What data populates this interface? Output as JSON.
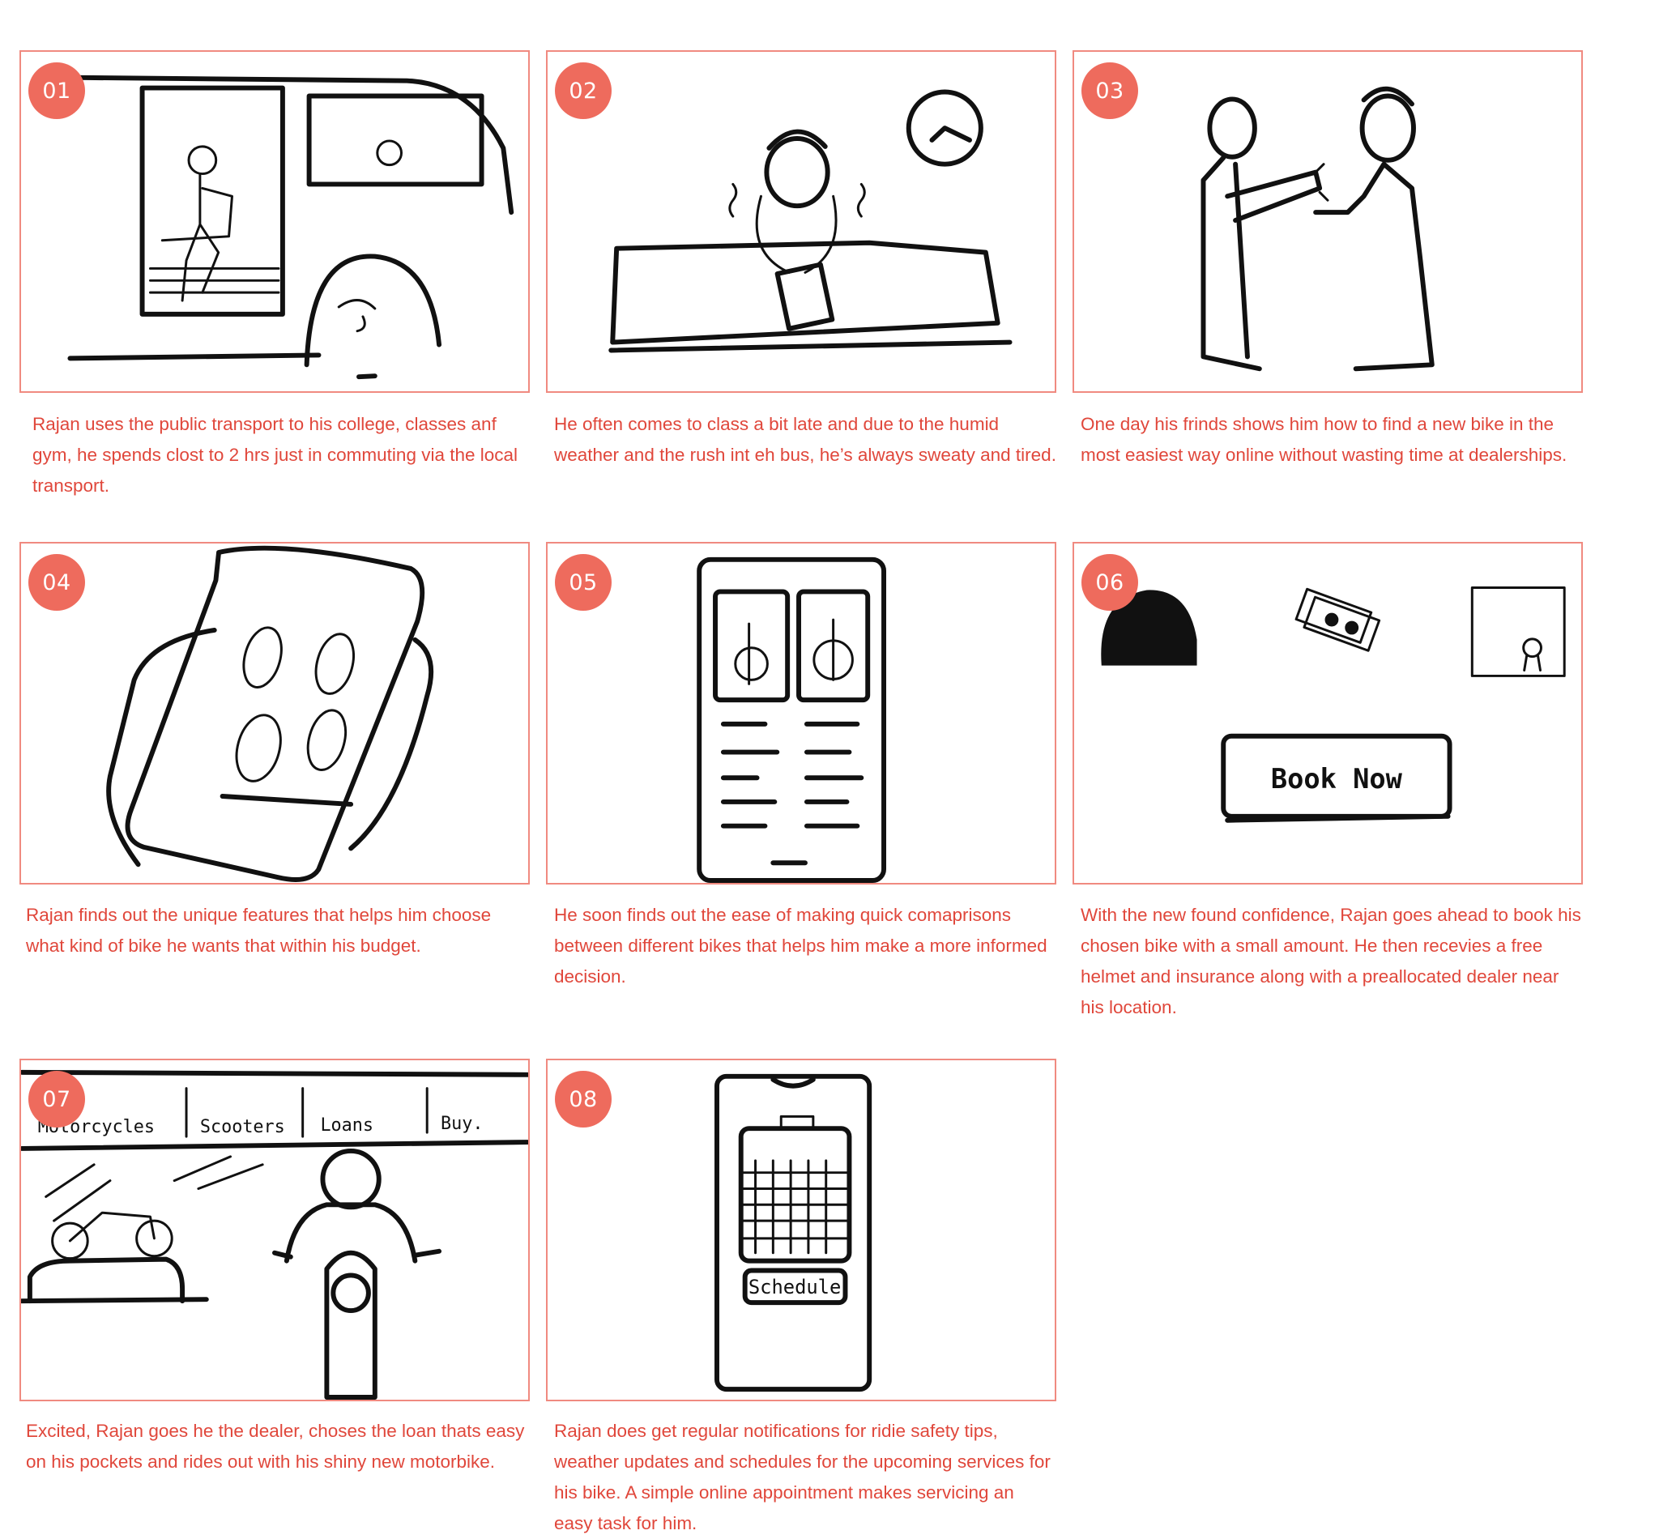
{
  "panels": [
    {
      "number": "01",
      "caption": "Rajan uses the public transport to his college, classes anf gym, he spends clost to 2 hrs just in commuting via the local transport."
    },
    {
      "number": "02",
      "caption": "He often comes to class a bit late and due to the humid weather and the rush int eh bus, he’s always sweaty and tired."
    },
    {
      "number": "03",
      "caption": "One day his frinds shows him how to find a new bike in the most easiest way online without wasting time at dealerships."
    },
    {
      "number": "04",
      "caption": "Rajan finds out the unique features that helps him choose what kind of bike he wants that within his budget."
    },
    {
      "number": "05",
      "caption": "He soon finds out the ease of making quick comaprisons between different bikes that helps him make a more informed decision."
    },
    {
      "number": "06",
      "caption": "With the new found confidence, Rajan goes ahead to book his chosen bike with a small amount. He then recevies a free helmet and insurance along with a preallocated dealer near his location.",
      "button_label": "Book Now"
    },
    {
      "number": "07",
      "caption": "Excited, Rajan goes he the dealer, choses the loan thats easy on his pockets and rides out with his shiny new motorbike.",
      "nav": [
        "Motorcycles",
        "Scooters",
        "Loans",
        "Buy."
      ]
    },
    {
      "number": "08",
      "caption": "Rajan does get regular notifications for ridie safety tips, weather updates and schedules for the upcoming services for his bike. A simple online appointment makes servicing an easy task for him.",
      "button_label": "Schedule"
    }
  ]
}
